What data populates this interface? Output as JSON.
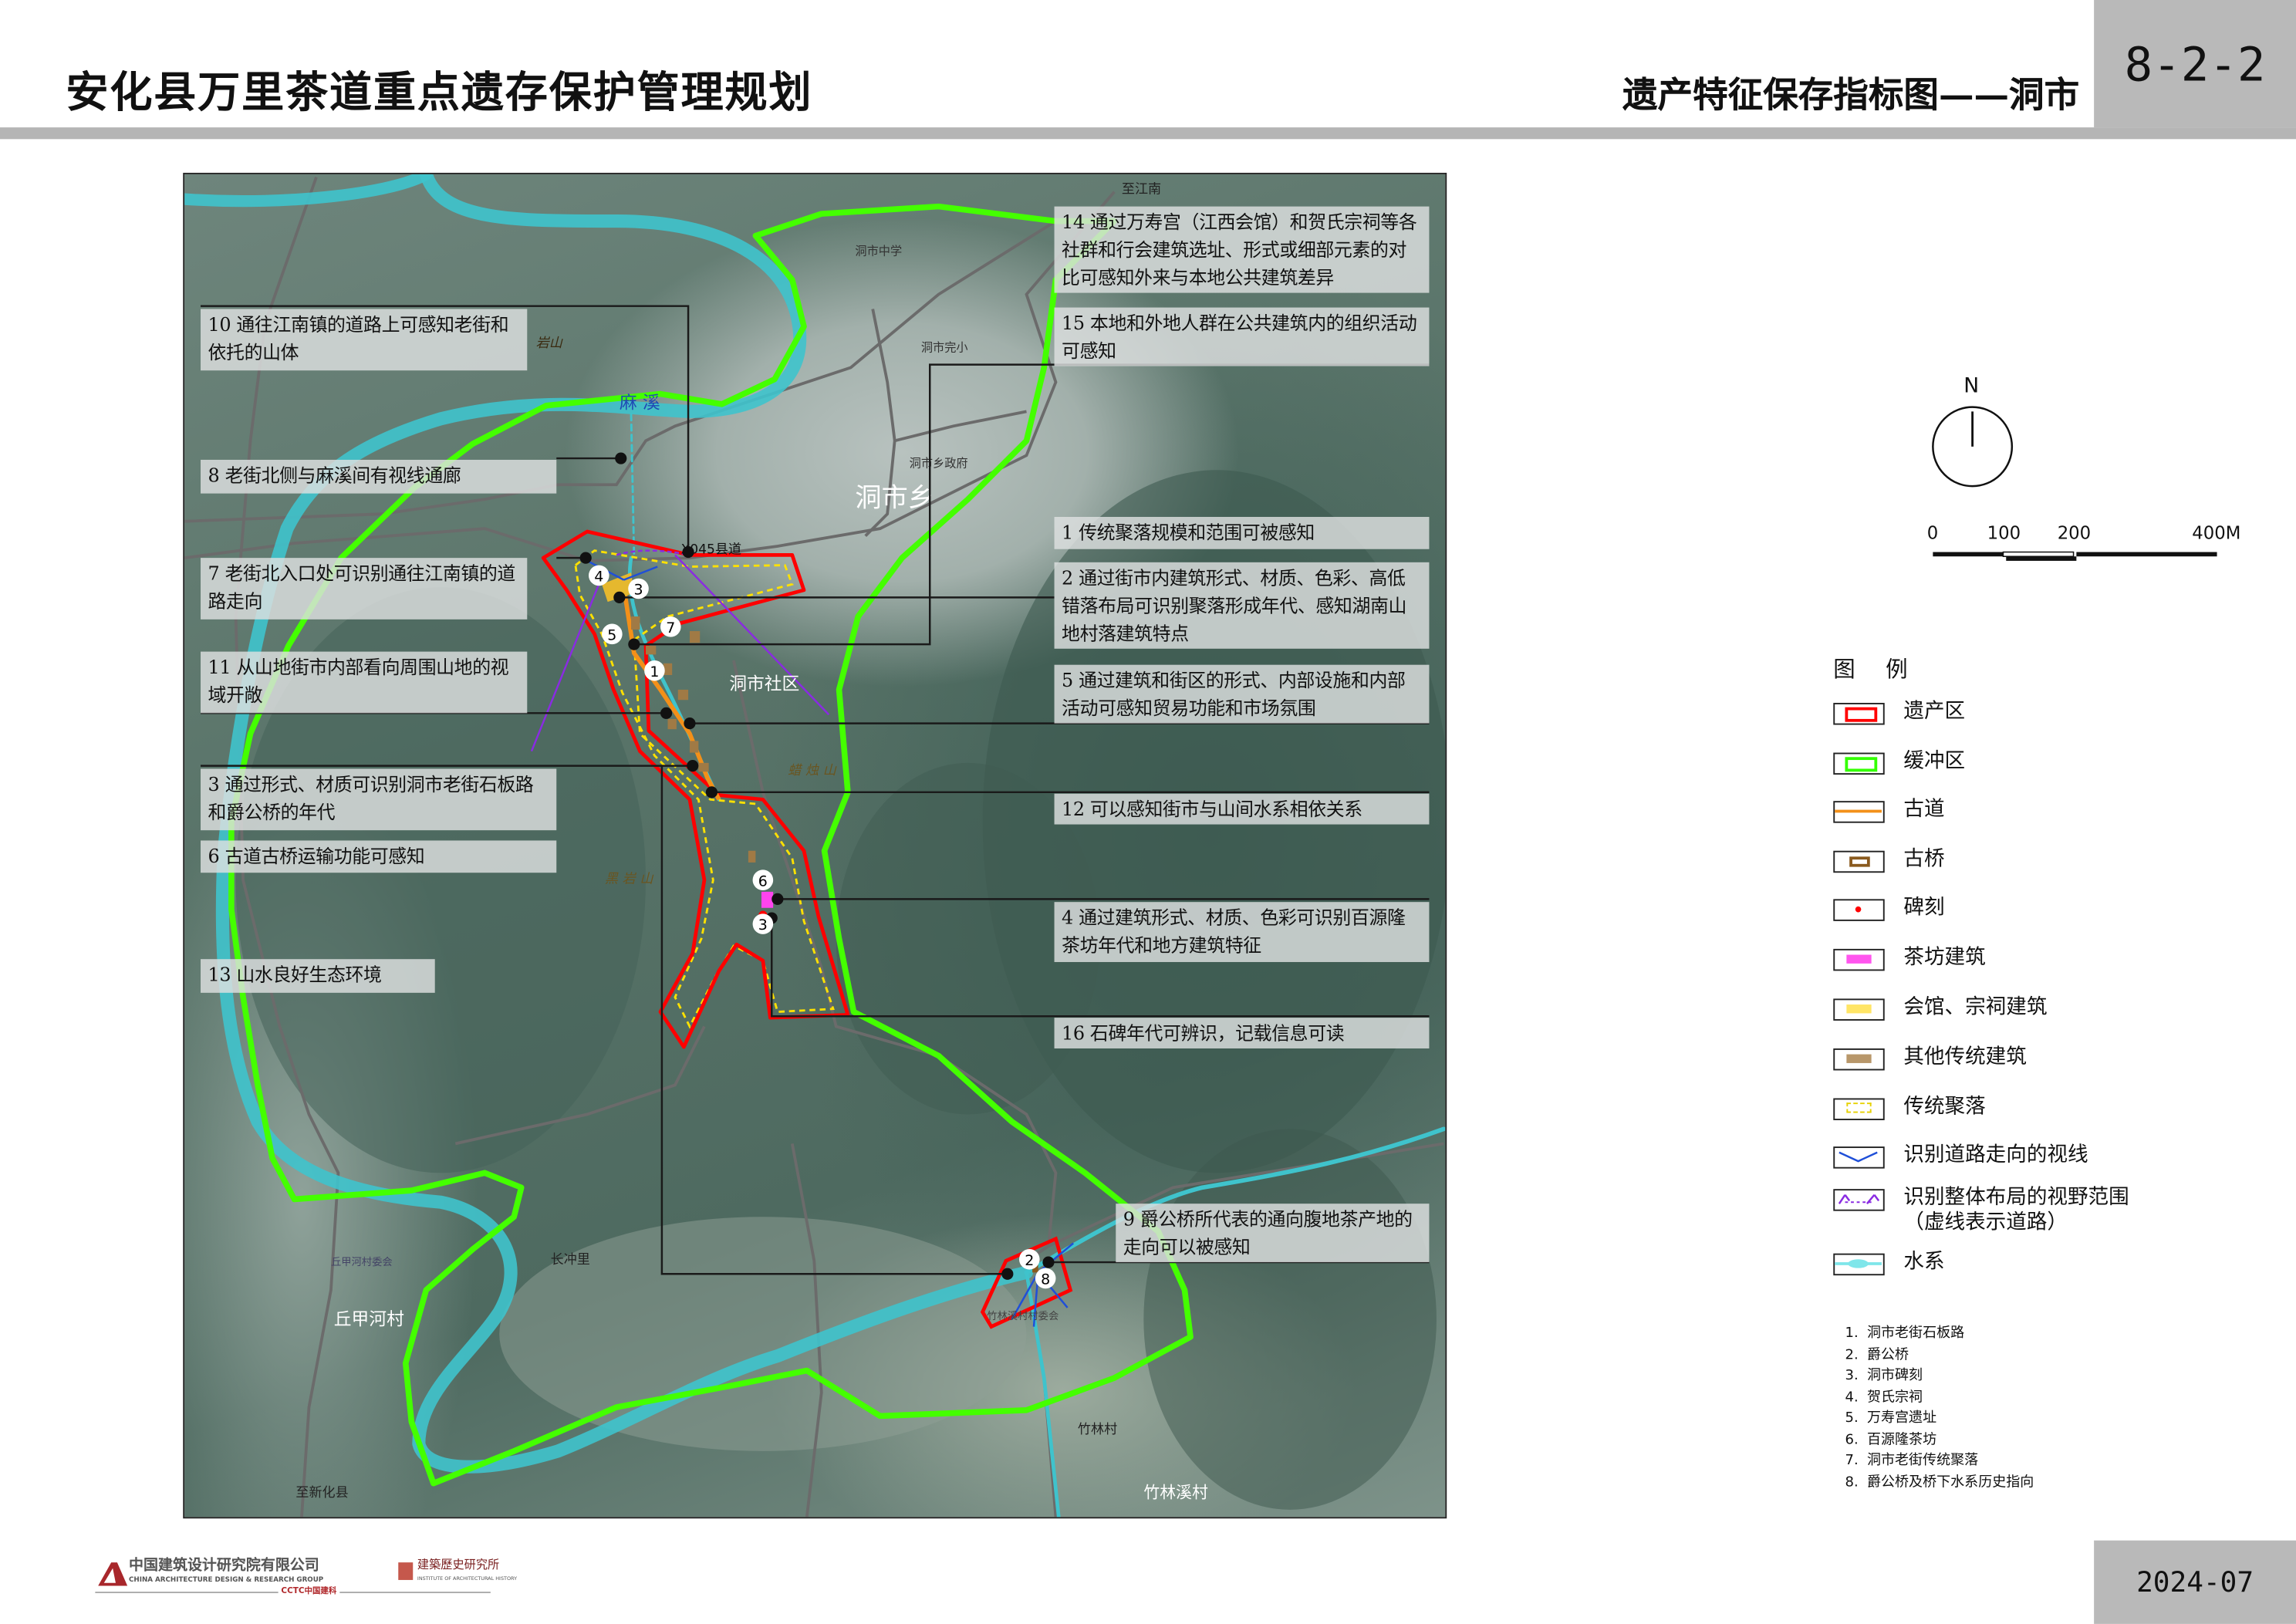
{
  "header": {
    "title": "安化县万里茶道重点遗存保护管理规划",
    "subtitle": "遗产特征保存指标图——洞市",
    "sheet_no": "8-2-2"
  },
  "footer": {
    "date": "2024-07",
    "logo_cn": "中国建筑设计研究院有限公司",
    "logo_en": "CHINA ARCHITECTURE DESIGN & RESEARCH GROUP",
    "logo_cctc": "CCTC中国建科",
    "institute_cn": "建築歷史研究所",
    "institute_en": "INSTITUTE OF ARCHITECTURAL HISTORY"
  },
  "annotations": [
    {
      "id": "14",
      "text": "14  通过万寿宫（江西会馆）和贺氏宗祠等各社群和行会建筑选址、形式或细部元素的对比可感知外来与本地公共建筑差异"
    },
    {
      "id": "15",
      "text": "15  本地和外地人群在公共建筑内的组织活动可感知"
    },
    {
      "id": "1",
      "text": "1  传统聚落规模和范围可被感知"
    },
    {
      "id": "2",
      "text": "2  通过街市内建筑形式、材质、色彩、高低错落布局可识别聚落形成年代、感知湖南山地村落建筑特点"
    },
    {
      "id": "5",
      "text": "5  通过建筑和街区的形式、内部设施和内部活动可感知贸易功能和市场氛围"
    },
    {
      "id": "12",
      "text": "12  可以感知街市与山间水系相依关系"
    },
    {
      "id": "4",
      "text": "4  通过建筑形式、材质、色彩可识别百源隆茶坊年代和地方建筑特征"
    },
    {
      "id": "16",
      "text": "16  石碑年代可辨识，记载信息可读"
    },
    {
      "id": "9",
      "text": "9  爵公桥所代表的通向腹地茶产地的走向可以被感知"
    },
    {
      "id": "10",
      "text": "10  通往江南镇的道路上可感知老街和依托的山体"
    },
    {
      "id": "8",
      "text": "8  老街北侧与麻溪间有视线通廊"
    },
    {
      "id": "7",
      "text": "7  老街北入口处可识别通往江南镇的道路走向"
    },
    {
      "id": "11",
      "text": "11  从山地街市内部看向周围山地的视域开敞"
    },
    {
      "id": "3",
      "text": "3  通过形式、材质可识别洞市老街石板路和爵公桥的年代"
    },
    {
      "id": "6",
      "text": "6  古道古桥运输功能可感知"
    },
    {
      "id": "13",
      "text": "13  山水良好生态环境"
    }
  ],
  "map_labels": {
    "to_jiangnan": "至江南",
    "middle_school": "洞市中学",
    "primary_school": "洞市完小",
    "township_gov": "洞市乡政府",
    "township": "洞市乡",
    "river": "麻  溪",
    "mountain_n": "岩山",
    "county_road": "X045县道",
    "community": "洞市社区",
    "heiyan_mountain": "黑岩山",
    "lazhu_mountain": "蜡烛山",
    "changchongli": "长冲里",
    "qiujiahe_village": "丘甲河村",
    "qiujiahe_committee": "丘甲河村委会",
    "zhulinxi_committee": "竹林溪村村委会",
    "zhulin_village": "竹林村",
    "zhulinxi_village": "竹林溪村",
    "to_xinhua": "至新化县"
  },
  "site_markers": [
    "4",
    "3",
    "5",
    "7",
    "1",
    "6",
    "3",
    "2",
    "8"
  ],
  "compass": {
    "north": "N"
  },
  "scale_bar": {
    "labels": [
      "0",
      "100",
      "200",
      "400M"
    ]
  },
  "legend": {
    "title": "图 例",
    "items": [
      {
        "key": "heritage",
        "label": "遗产区",
        "color": "#ff0000"
      },
      {
        "key": "buffer",
        "label": "缓冲区",
        "color": "#44ff00"
      },
      {
        "key": "ancient-road",
        "label": "古道",
        "color": "#f39019"
      },
      {
        "key": "ancient-bridge",
        "label": "古桥",
        "color": "#8a5a1e"
      },
      {
        "key": "stele",
        "label": "碑刻",
        "color": "#ff0000"
      },
      {
        "key": "tea-house",
        "label": "茶坊建筑",
        "color": "#ff55ee"
      },
      {
        "key": "guild-hall",
        "label": "会馆、宗祠建筑",
        "color": "#ffe566"
      },
      {
        "key": "other-traditional",
        "label": "其他传统建筑",
        "color": "#b8976a"
      },
      {
        "key": "traditional-settlement",
        "label": "传统聚落",
        "color": "#e6d100"
      },
      {
        "key": "road-sightline",
        "label": "识别道路走向的视线",
        "color": "#1f4fd8"
      },
      {
        "key": "layout-view",
        "label": "识别整体布局的视野范围（虚线表示道路）",
        "color": "#8a2be2"
      },
      {
        "key": "water",
        "label": "水系",
        "color": "#7fe6ea"
      }
    ]
  },
  "numbered_list": [
    {
      "n": "1.",
      "text": "洞市老街石板路"
    },
    {
      "n": "2.",
      "text": "爵公桥"
    },
    {
      "n": "3.",
      "text": "洞市碑刻"
    },
    {
      "n": "4.",
      "text": "贺氏宗祠"
    },
    {
      "n": "5.",
      "text": "万寿宫遗址"
    },
    {
      "n": "6.",
      "text": "百源隆茶坊"
    },
    {
      "n": "7.",
      "text": "洞市老街传统聚落"
    },
    {
      "n": "8.",
      "text": "爵公桥及桥下水系历史指向"
    }
  ]
}
